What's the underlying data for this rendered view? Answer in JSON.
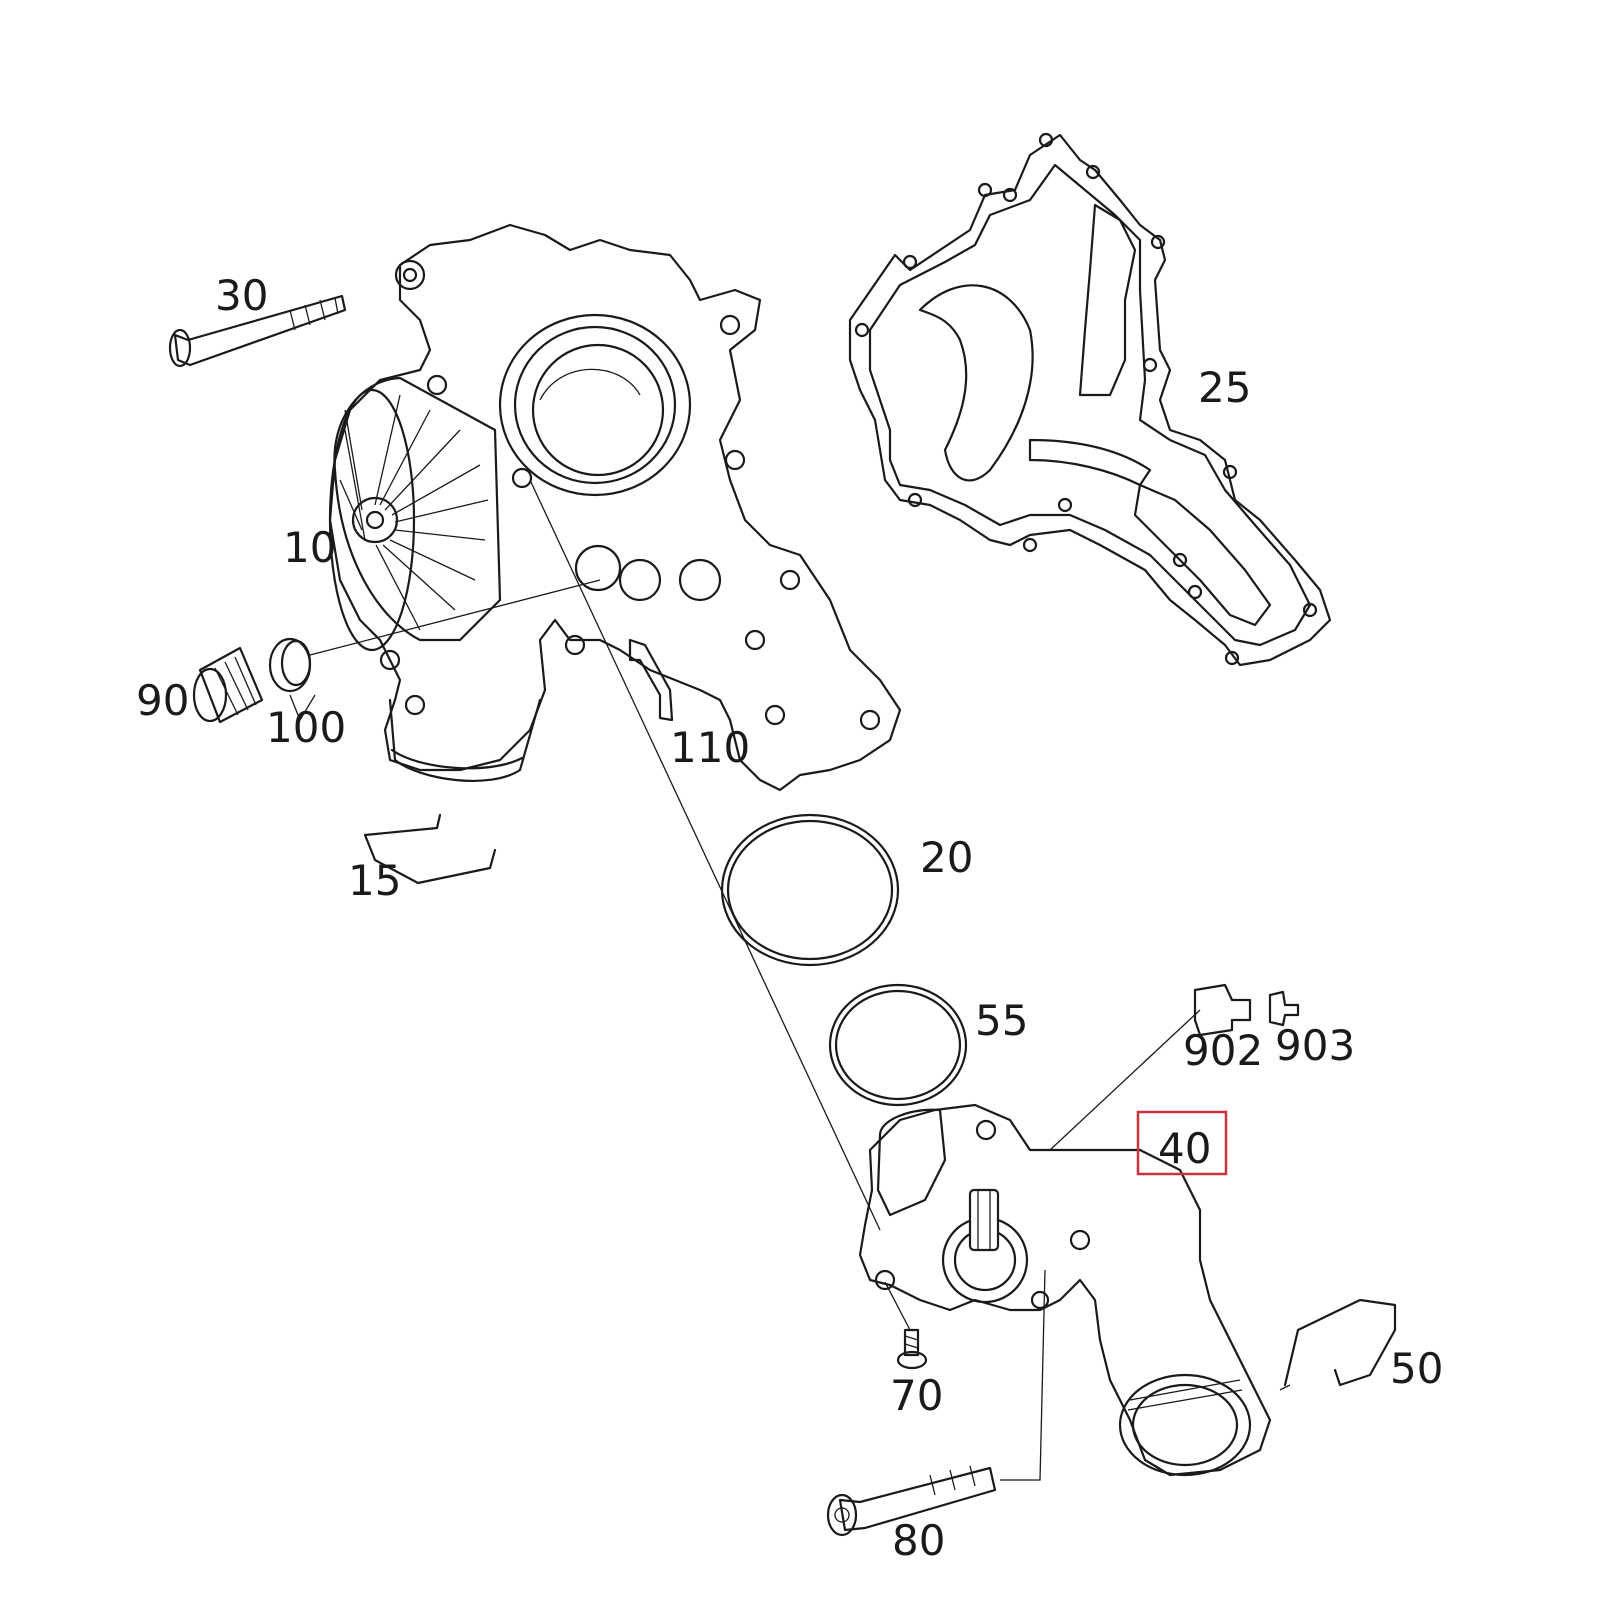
{
  "diagram": {
    "highlight_color": "#c8323c",
    "callouts": {
      "c10": "10",
      "c15": "15",
      "c20": "20",
      "c25": "25",
      "c30": "30",
      "c40": "40",
      "c50": "50",
      "c55": "55",
      "c70": "70",
      "c80": "80",
      "c90": "90",
      "c100": "100",
      "c110": "110",
      "c902": "902",
      "c903": "903"
    },
    "highlighted_part": "40"
  }
}
